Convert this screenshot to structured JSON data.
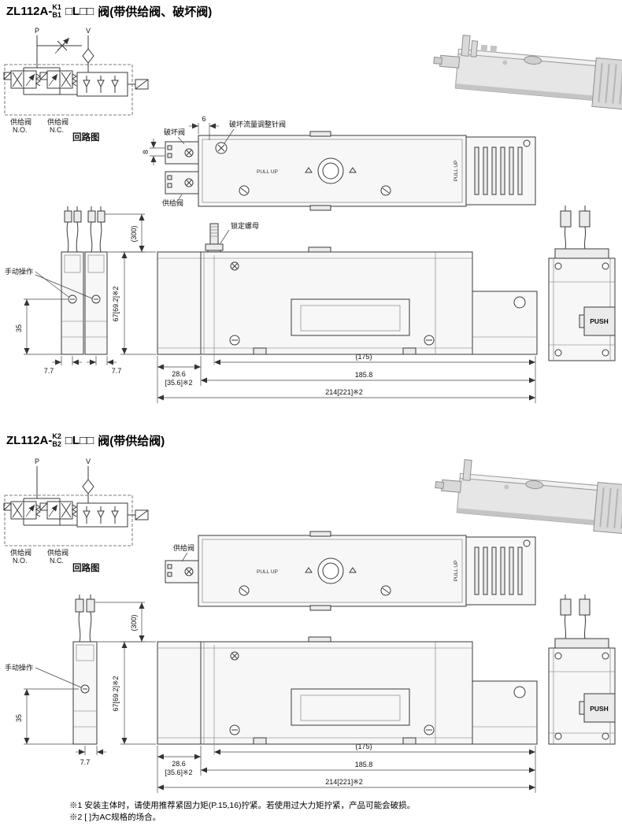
{
  "sections": [
    {
      "model_prefix": "ZL112A-",
      "model_sup": "K1",
      "model_sub": "B1",
      "model_suffix": "□L□□",
      "title_desc": "阀(带供给阀、破坏阀)",
      "circuit": {
        "port_p": "P",
        "port_v": "V",
        "valve_no_label": "供给阀",
        "valve_no_type": "N.O.",
        "valve_nc_label": "供给阀",
        "valve_nc_type": "N.C.",
        "caption": "回路图"
      },
      "top_view": {
        "dim_6": "6",
        "dim_8": "8",
        "label_break_valve": "破坏阀",
        "label_needle_valve": "破坏流量调整针阀",
        "label_supply_valve": "供给阀",
        "pullup_left": "PULL UP",
        "pullup_right": "PULL UP"
      },
      "front_view": {
        "label_manual": "手动操作",
        "label_lock_nut": "锁定螺母",
        "dim_wire": "(300)",
        "dim_height": "67[69.2]※2",
        "dim_35": "35",
        "dim_77_left": "7.7",
        "dim_77_right": "7.7",
        "dim_286": "28.6",
        "dim_356": "[35.6]※2",
        "dim_175": "(175)",
        "dim_1858": "185.8",
        "dim_214": "214[221]※2"
      },
      "side_view": {
        "push": "PUSH"
      }
    },
    {
      "model_prefix": "ZL112A-",
      "model_sup": "K2",
      "model_sub": "B2",
      "model_suffix": "□L□□",
      "title_desc": "阀(带供给阀)",
      "circuit": {
        "port_p": "P",
        "port_v": "V",
        "valve_no_label": "供给阀",
        "valve_no_type": "N.O.",
        "valve_nc_label": "供给阀",
        "valve_nc_type": "N.C.",
        "caption": "回路图"
      },
      "top_view": {
        "label_supply_valve": "供给阀",
        "pullup_left": "PULL UP",
        "pullup_right": "PULL UP"
      },
      "front_view": {
        "label_manual": "手动操作",
        "dim_wire": "(300)",
        "dim_height": "67[69.2]※2",
        "dim_35": "35",
        "dim_77": "7.7",
        "dim_286": "28.6",
        "dim_356": "[35.6]※2",
        "dim_175": "(175)",
        "dim_1858": "185.8",
        "dim_214": "214[221]※2"
      },
      "side_view": {
        "push": "PUSH"
      }
    }
  ],
  "footnotes": {
    "note1": "※1 安装主体时，请使用推荐紧固力矩(P.15,16)拧紧。若使用过大力矩拧紧，产品可能会破损。",
    "note2": "※2 [ ]为AC规格的场合。"
  }
}
